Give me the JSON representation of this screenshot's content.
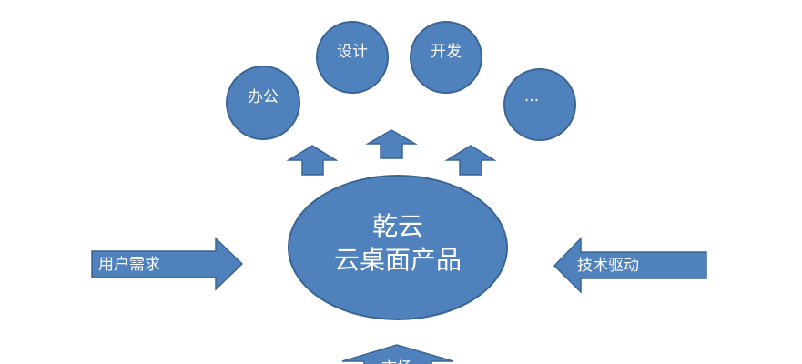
{
  "center": {
    "line1": "乾云",
    "line2": "云桌面产品"
  },
  "outputs": [
    {
      "label": "办公"
    },
    {
      "label": "设计"
    },
    {
      "label": "开发"
    },
    {
      "label": "..."
    }
  ],
  "inputs": {
    "left": "用户需求",
    "right": "技术驱动",
    "bottom": "市场"
  },
  "colors": {
    "node_fill": "#4f81bd",
    "node_stroke": "#3a6595",
    "text": "#ffffff"
  }
}
